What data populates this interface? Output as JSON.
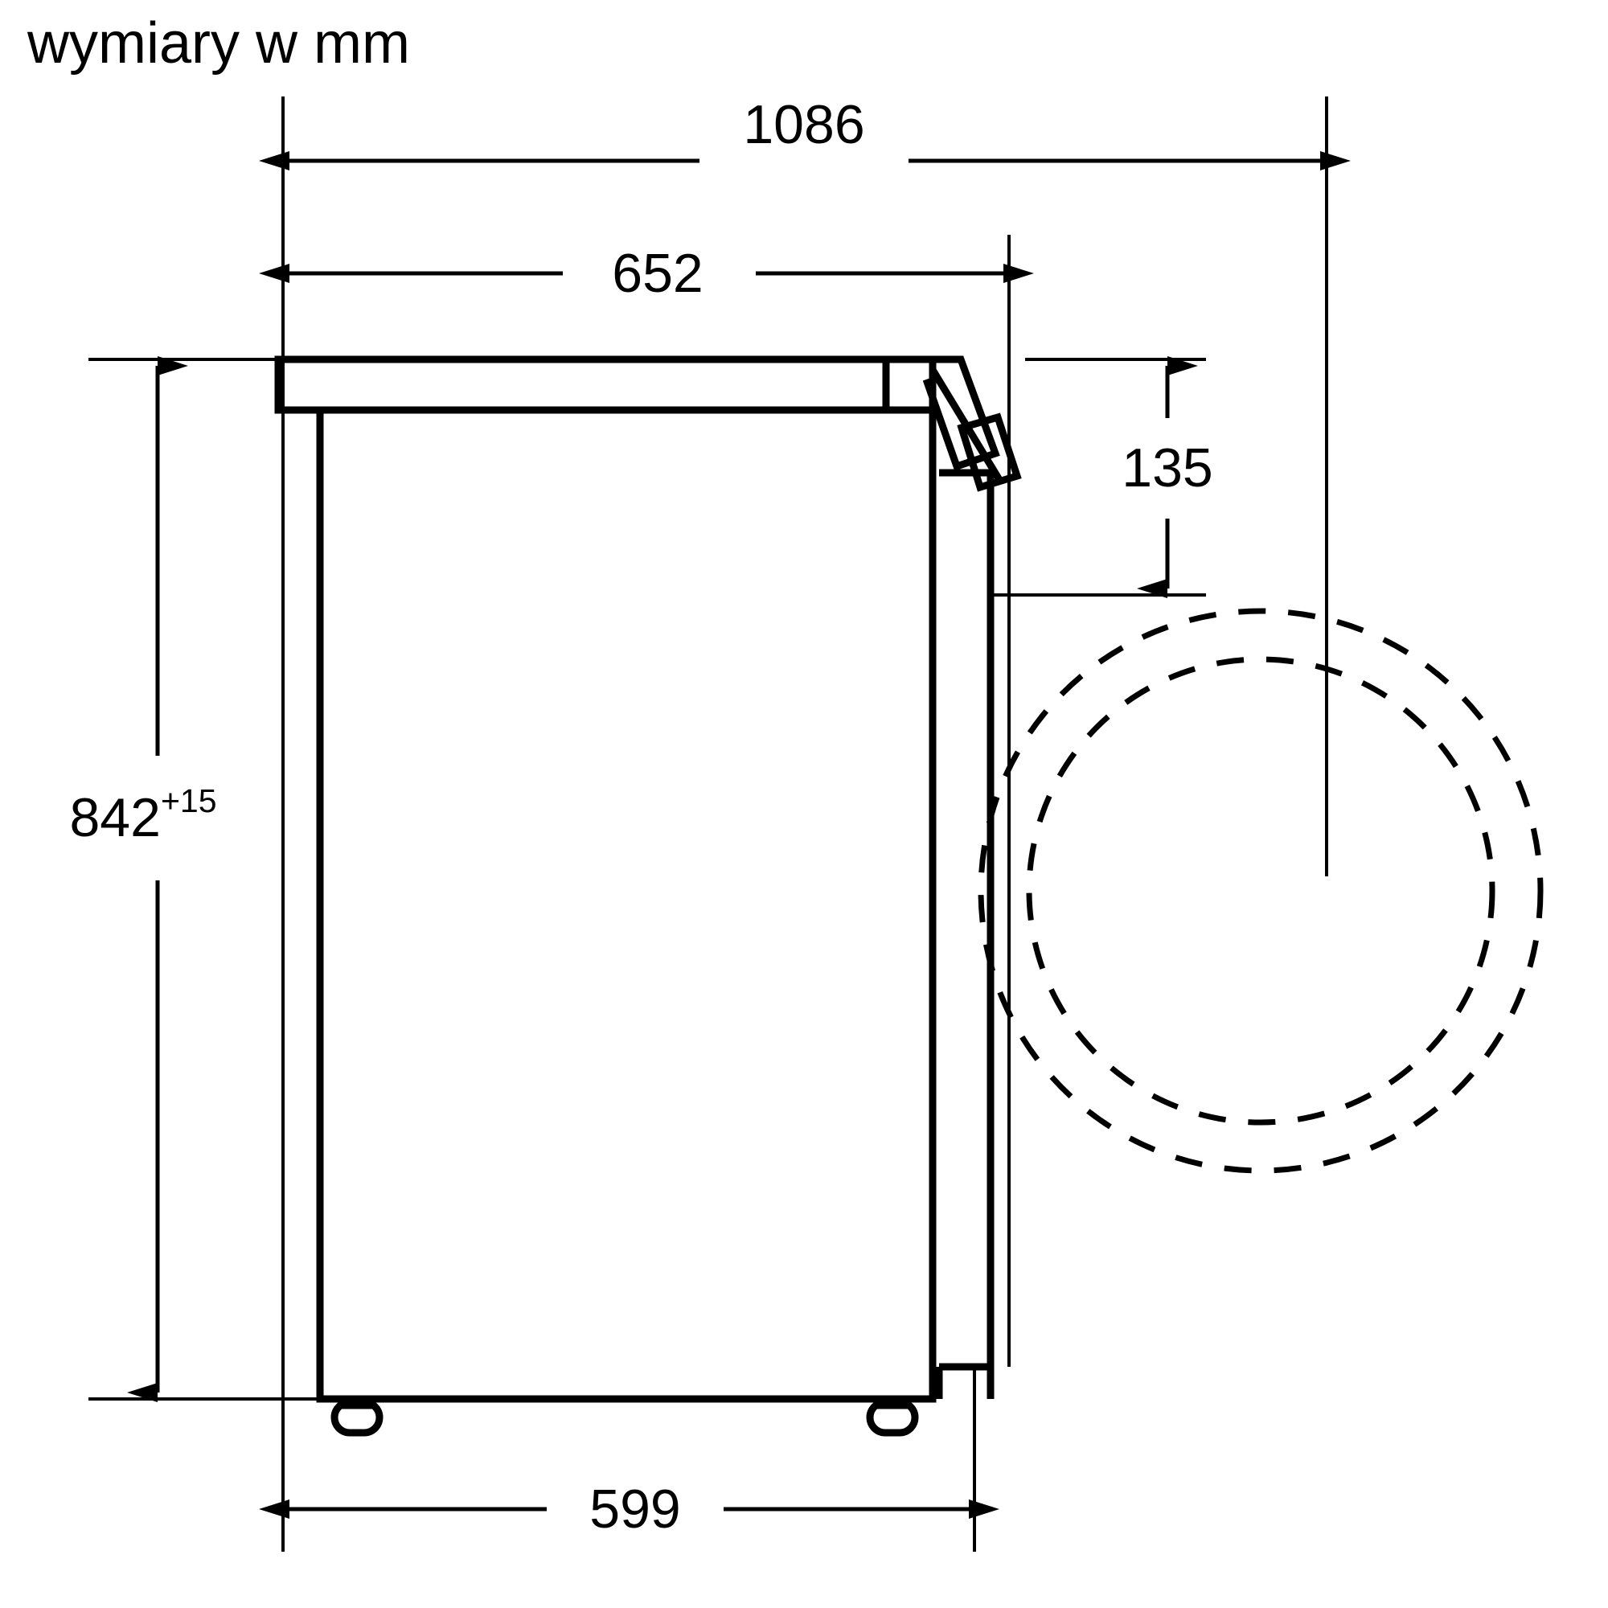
{
  "drawing": {
    "title": "wymiary w mm",
    "units": "mm",
    "product_view": "side-elevation-washing-machine",
    "line_color": "#000000",
    "background_color": "#ffffff"
  },
  "dimensions": {
    "overall_depth_with_door_open": {
      "label": "1086",
      "value": 1086,
      "orientation": "horizontal",
      "position": "top"
    },
    "depth_with_door_closed": {
      "label": "652",
      "value": 652,
      "orientation": "horizontal",
      "position": "upper"
    },
    "top_panel_offset": {
      "label": "135",
      "value": 135,
      "orientation": "vertical",
      "position": "right"
    },
    "height": {
      "label": "842",
      "tolerance": "+15",
      "value": 842,
      "orientation": "vertical",
      "position": "left"
    },
    "body_depth": {
      "label": "599",
      "value": 599,
      "orientation": "horizontal",
      "position": "bottom"
    }
  },
  "chart_data": {
    "type": "table",
    "title": "wymiary w mm",
    "categories": [
      "1086",
      "652",
      "135",
      "842+15",
      "599"
    ],
    "values": [
      1086,
      652,
      135,
      842,
      599
    ],
    "xlabel": "",
    "ylabel": "mm"
  }
}
